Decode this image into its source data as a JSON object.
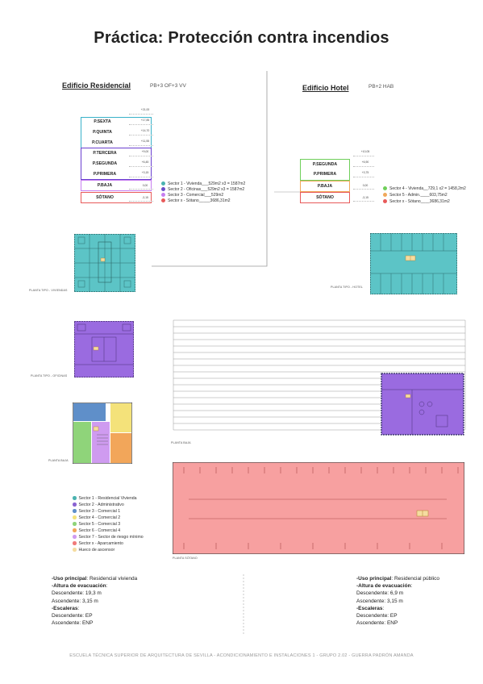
{
  "title": "Práctica: Protección contra incendios",
  "residencial": {
    "heading": "Edificio Residencial",
    "subheading": "PB+3 OF+3 VV",
    "floors": [
      "P.SEXTA",
      "P.QUINTA",
      "P.CUARTA",
      "P.TERCERA",
      "P.SEGUNDA",
      "P.PRIMERA",
      "P.BAJA",
      "SÓTANO"
    ],
    "levels": [
      "+21,00",
      "+17,85",
      "+14,70",
      "+11,55",
      "+9,00",
      "+6,45",
      "+3,15",
      "0,00",
      "-3,15"
    ],
    "sectors": [
      {
        "label": "Sector 1 - Vivienda___529m2 x3 = 1587m2",
        "color": "#4bb3b0"
      },
      {
        "label": "Sector 2 - Oficinas___529m2 x3 = 1587m2",
        "color": "#6a4fc9"
      },
      {
        "label": "Sector 3 - Comercial___529m2",
        "color": "#c77ef0"
      },
      {
        "label": "Sector x - Sótano_____3686,31m2",
        "color": "#e85a5a"
      }
    ]
  },
  "hotel": {
    "heading": "Edificio Hotel",
    "subheading": "PB+2 HAB",
    "floors": [
      "P.SEGUNDA",
      "P.PRIMERA",
      "P.BAJA",
      "SÓTANO"
    ],
    "levels": [
      "+10,05",
      "+6,90",
      "+3,75",
      "0,00",
      "-3,15"
    ],
    "sectors": [
      {
        "label": "Sector 4 - Vivienda__729,1 x2 = 1458,2m2",
        "color": "#6fcf5a"
      },
      {
        "label": "Sector 5 - Admin.____603,75m2",
        "color": "#f0a85a"
      },
      {
        "label": "Sector x - Sótano____3686,31m2",
        "color": "#e85a5a"
      }
    ]
  },
  "plan_labels": {
    "viviendas": "PLANTA TIPO - VIVIENDAS",
    "hotel": "PLANTA TIPO - HOTEL",
    "oficinas": "PLANTA TIPO - OFICINAS",
    "baja": "PLANTA BAJA",
    "planta_baja_hotel": "PLANTA BAJA",
    "sotano": "PLANTA SÓTANO"
  },
  "key": [
    {
      "label": "Sector 1 - Residencial Vivienda",
      "color": "#4bb3b0"
    },
    {
      "label": "Sector 2 - Administrativo",
      "color": "#8a63d2"
    },
    {
      "label": "Sector 3 - Comercial 1",
      "color": "#5f8fc9"
    },
    {
      "label": "Sector 4 - Comercial 2",
      "color": "#f4e27a"
    },
    {
      "label": "Sector 5 - Comercial 3",
      "color": "#8fd47a"
    },
    {
      "label": "Sector 6 - Comercial 4",
      "color": "#f2a65a"
    },
    {
      "label": "Sector 7 - Sector de riesgo mínimo",
      "color": "#cf9bf0"
    },
    {
      "label": "Sector x - Aparcamiento",
      "color": "#f07a7a"
    },
    {
      "label": "Hueco de ascensor",
      "color": "#f5dca0"
    }
  ],
  "info_left": {
    "uso_label": "-Uso principal",
    "uso_value": ": Residencial vivienda",
    "altura_label": "-Altura de evacuación",
    "altura_colon": ":",
    "descendente": "Descendente: 19,3 m",
    "ascendente": "Ascendente: 3,15 m",
    "escaleras_label": "-Escaleras",
    "escaleras_colon": ":",
    "esc_desc": "Descendente: EP",
    "esc_asc": "Ascendente: ENP"
  },
  "info_right": {
    "uso_label": "-Uso principal",
    "uso_value": ": Residencial público",
    "altura_label": "-Altura de evacuación",
    "altura_colon": ":",
    "descendente": "Descendente: 6,9 m",
    "ascendente": "Ascendente: 3,15 m",
    "escaleras_label": "-Escaleras",
    "escaleras_colon": ":",
    "esc_desc": "Descendente: EP",
    "esc_asc": "Ascendente: ENP"
  },
  "footer": "ESCUELA TÉCNICA SUPERIOR DE ARQUITECTURA DE SEVILLA - ACONDICIONAMIENTO E INSTALACIONES 1 - GRUPO 2.02 - GUERRA PADRÓN AMANDA"
}
